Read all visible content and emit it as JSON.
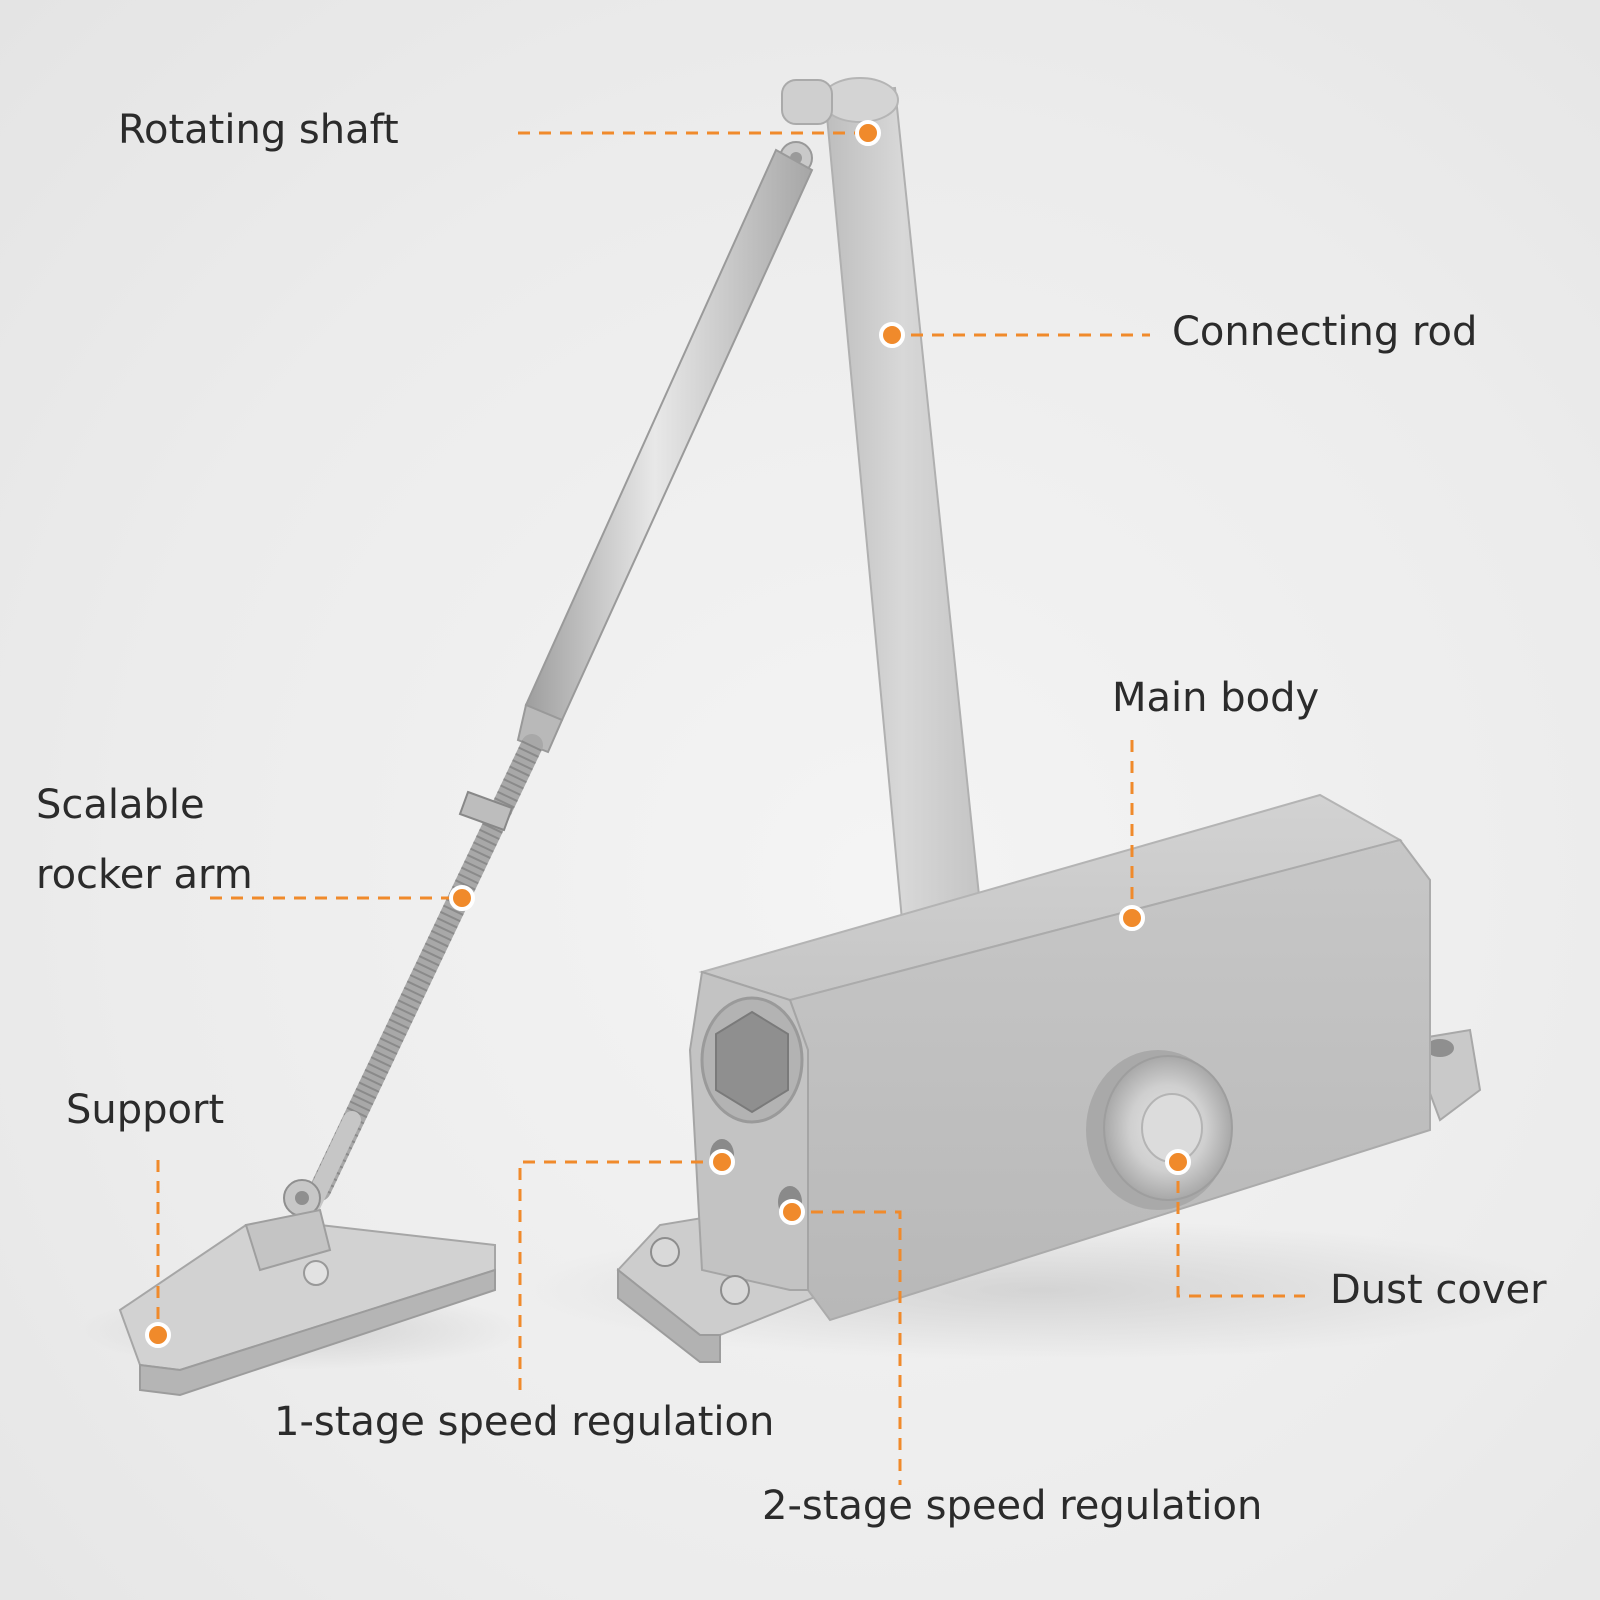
{
  "colors": {
    "accent": "#f08a2b",
    "metal_light": "#dcdcdc",
    "metal_mid": "#c2c2c2",
    "metal_dark": "#a3a3a3",
    "text": "#2b2b2b"
  },
  "labels": {
    "rotating_shaft": "Rotating shaft",
    "connecting_rod": "Connecting rod",
    "main_body": "Main body",
    "scalable_rocker_arm": [
      "Scalable",
      "rocker arm"
    ],
    "support": "Support",
    "dust_cover": "Dust cover",
    "stage1_speed": "1-stage speed regulation",
    "stage2_speed": "2-stage speed regulation"
  }
}
